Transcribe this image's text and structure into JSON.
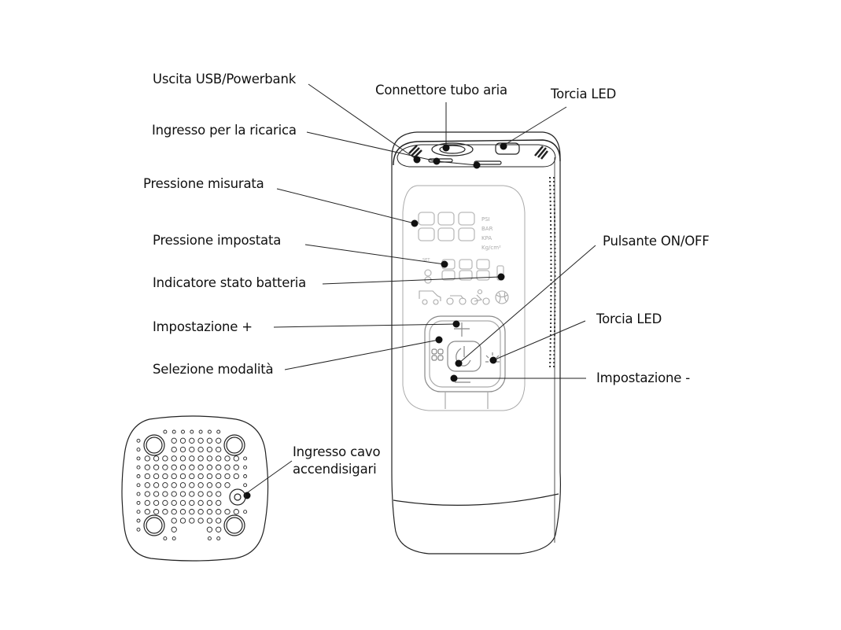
{
  "diagram": {
    "subject": "Portable tire inflator / air compressor",
    "callouts": [
      {
        "id": "usb-output",
        "text": "Uscita USB/Powerbank"
      },
      {
        "id": "air-hose-connector",
        "text": "Connettore tubo aria"
      },
      {
        "id": "led-torch-top",
        "text": "Torcia LED"
      },
      {
        "id": "charging-input",
        "text": "Ingresso per la ricarica"
      },
      {
        "id": "measured-pressure",
        "text": "Pressione misurata"
      },
      {
        "id": "set-pressure",
        "text": "Pressione impostata"
      },
      {
        "id": "battery-indicator",
        "text": "Indicatore stato batteria"
      },
      {
        "id": "setting-plus",
        "text": "Impostazione +"
      },
      {
        "id": "mode-select",
        "text": "Selezione modalità"
      },
      {
        "id": "power-button",
        "text": "Pulsante ON/OFF"
      },
      {
        "id": "led-torch-button",
        "text": "Torcia LED"
      },
      {
        "id": "setting-minus",
        "text": "Impostazione -"
      },
      {
        "id": "car-socket-input",
        "text": "Ingresso cavo\naccendisigari"
      }
    ],
    "display": {
      "units": [
        "PSI",
        "BAR",
        "KPA",
        "Kg/cm²"
      ],
      "small_label": "SET",
      "mode_icons": [
        "car-icon",
        "motorcycle-icon",
        "bicycle-icon",
        "ball-icon"
      ]
    }
  }
}
